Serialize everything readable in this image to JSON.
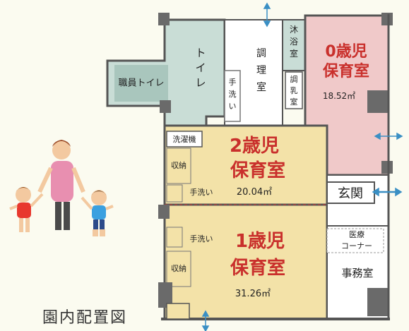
{
  "caption": "園内配置図",
  "rooms": {
    "toilet_staff": "職員トイレ",
    "toilet": "トイレ",
    "kitchen": "調理室",
    "hand_wash_kitchen": "手洗い",
    "bath": "沐浴室",
    "milk_room": "調乳室",
    "age0_name": "0歳児",
    "age0_sub": "保育室",
    "age0_area": "18.52㎡",
    "laundry": "洗濯機",
    "storage_2": "収納",
    "age2_name": "2歳児",
    "age2_sub": "保育室",
    "age2_area": "20.04㎡",
    "hand_wash_2": "手洗い",
    "entrance": "玄関",
    "medical": "医療コーナー",
    "hand_wash_1": "手洗い",
    "age1_name": "1歳児",
    "age1_sub": "保育室",
    "age1_area": "31.26㎡",
    "storage_1": "収納",
    "office": "事務室"
  },
  "colors": {
    "toilet": "#c9ddd6",
    "toilet_dark": "#a9c6bd",
    "age0": "#f0c9c9",
    "playroom": "#f3e2a8",
    "wall": "#555555",
    "arrow": "#3a8fc4",
    "red_text": "#c9302c"
  },
  "icons": [
    "family-illustration-icon",
    "door-arrow-icon"
  ]
}
